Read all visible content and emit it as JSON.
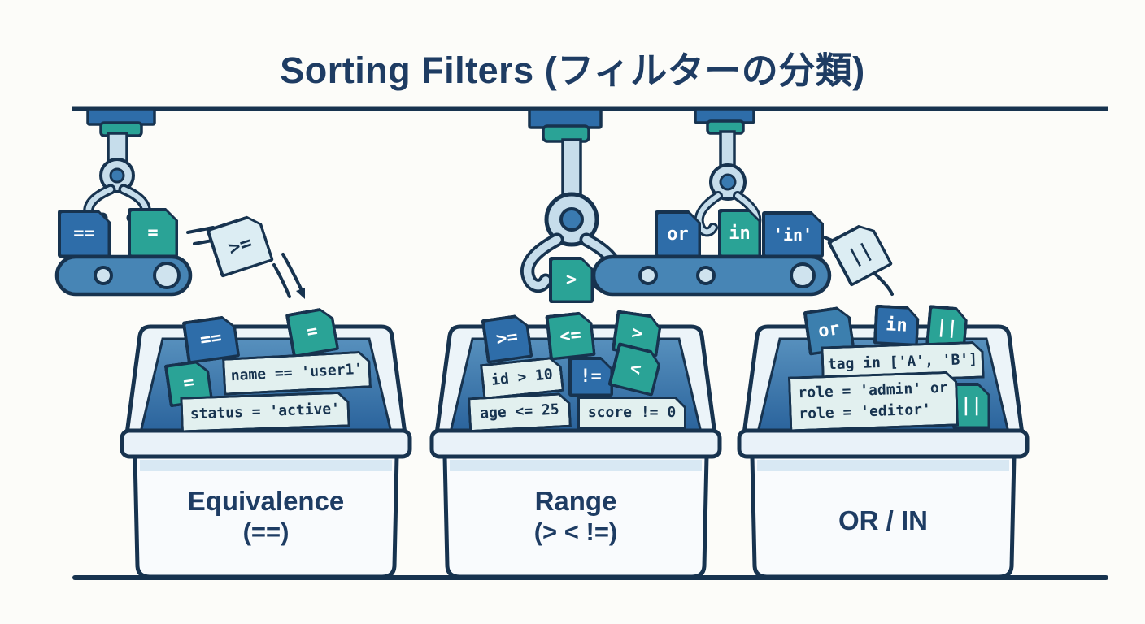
{
  "title": "Sorting Filters (フィルターの分類)",
  "palette": {
    "outline_navy": "#17334f",
    "text_navy": "#1e3c63",
    "tag_blue": "#2e6da9",
    "tag_blue_light": "#3c7fae",
    "tag_teal": "#2aa396",
    "tag_light": "#dcedf3",
    "belt_blue": "#4785b5",
    "arm_light_blue": "#c6ddeb",
    "bin_interior_blue": "#3a78ad",
    "strip_bg": "#e2f0ef",
    "background": "#fcfcf9"
  },
  "machines": {
    "equivalence_feed": {
      "belt_tags": [
        "==",
        "="
      ],
      "flying_tag": ">="
    },
    "range_feed": {
      "held_tag": ">"
    },
    "or_in_feed": {
      "belt_tags": [
        "or",
        "in",
        "'in'"
      ],
      "flying_tag": "||"
    }
  },
  "bins": [
    {
      "id": "equivalence",
      "title": "Equivalence",
      "subtitle": "(==)",
      "tags": [
        "==",
        "=",
        "="
      ],
      "snippets": [
        "name == 'user1'",
        "status = 'active'"
      ]
    },
    {
      "id": "range",
      "title": "Range",
      "subtitle": "(> < !=)",
      "tags": [
        ">=",
        "<=",
        ">",
        "!=",
        "<"
      ],
      "snippets": [
        "id > 10",
        "age <= 25",
        "score != 0"
      ]
    },
    {
      "id": "or_in",
      "title": "OR / IN",
      "subtitle": "",
      "tags": [
        "or",
        "in",
        "||",
        "||"
      ],
      "snippets": [
        "tag in ['A', 'B']",
        "role = 'admin' or\nrole = 'editor'"
      ]
    }
  ]
}
